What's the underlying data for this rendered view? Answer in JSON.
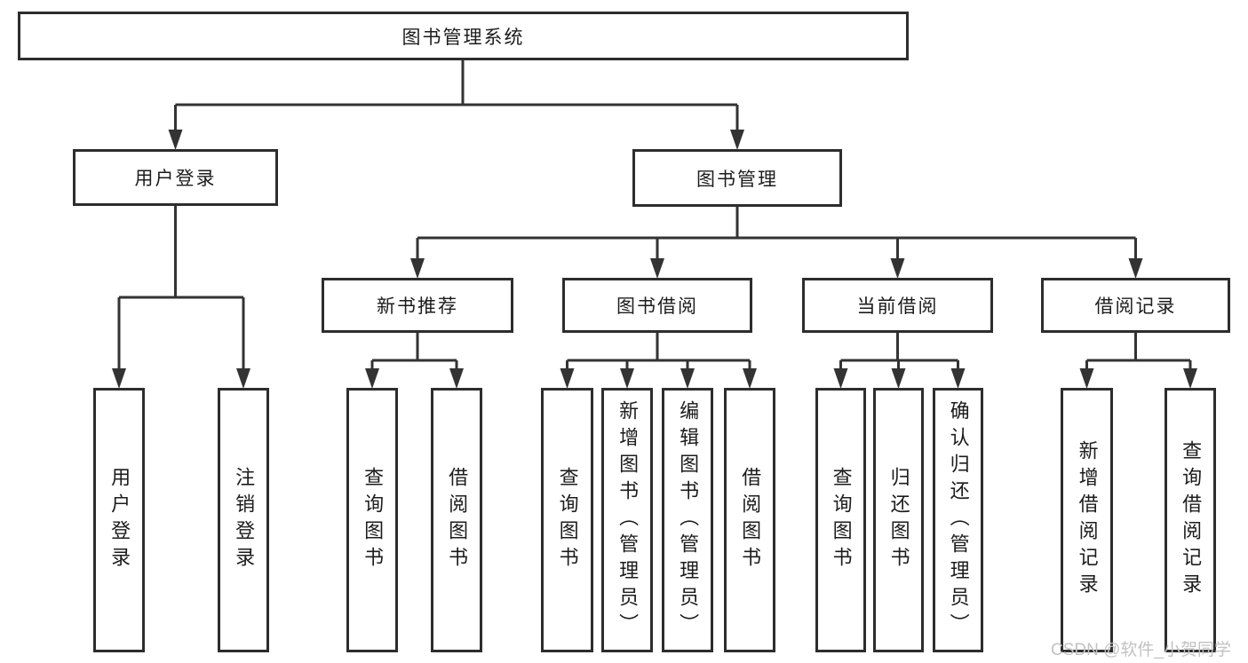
{
  "diagram": {
    "root": {
      "label": "图书管理系统"
    },
    "user_login": {
      "label": "用户登录",
      "children": [
        {
          "label": "用户登录"
        },
        {
          "label": "注销登录"
        }
      ]
    },
    "book_management": {
      "label": "图书管理",
      "modules": [
        {
          "label": "新书推荐",
          "children": [
            {
              "label": "查询图书"
            },
            {
              "label": "借阅图书"
            }
          ]
        },
        {
          "label": "图书借阅",
          "children": [
            {
              "label": "查询图书"
            },
            {
              "label": "新增图书（管理员）"
            },
            {
              "label": "编辑图书（管理员）"
            },
            {
              "label": "借阅图书"
            }
          ]
        },
        {
          "label": "当前借阅",
          "children": [
            {
              "label": "查询图书"
            },
            {
              "label": "归还图书"
            },
            {
              "label": "确认归还（管理员）"
            }
          ]
        },
        {
          "label": "借阅记录",
          "children": [
            {
              "label": "新增借阅记录"
            },
            {
              "label": "查询借阅记录"
            }
          ]
        }
      ]
    }
  },
  "watermark": {
    "text": "CSDN @软件_小贺同学"
  },
  "colors": {
    "line": "#333333",
    "box_border": "#2d2d2d",
    "background": "#ffffff",
    "text": "#1c1c1c",
    "watermark": "#c2c2c2"
  }
}
